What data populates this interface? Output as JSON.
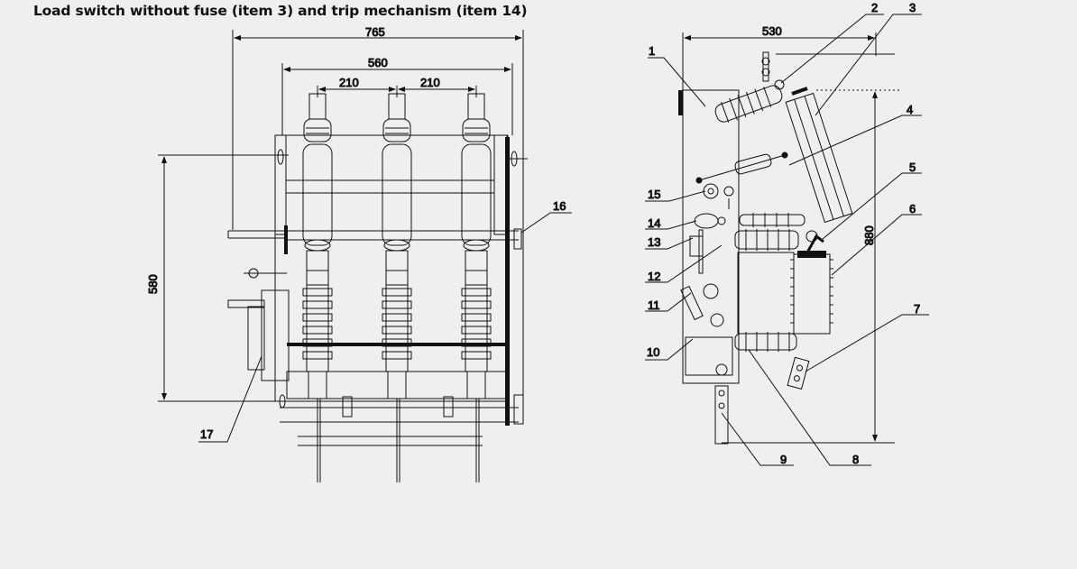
{
  "title": "Load switch without fuse (item 3) and trip mechanism (item 14)",
  "front_view": {
    "dims": {
      "overall_width": "765",
      "pole_span": "560",
      "pitch_left": "210",
      "pitch_right": "210",
      "height": "580"
    },
    "callouts": {
      "c16": "16",
      "c17": "17"
    }
  },
  "side_view": {
    "dims": {
      "depth": "530",
      "height": "880"
    },
    "callouts": {
      "c1": "1",
      "c2": "2",
      "c3": "3",
      "c4": "4",
      "c5": "5",
      "c6": "6",
      "c7": "7",
      "c8": "8",
      "c9": "9",
      "c10": "10",
      "c11": "11",
      "c12": "12",
      "c13": "13",
      "c14": "14",
      "c15": "15"
    }
  }
}
